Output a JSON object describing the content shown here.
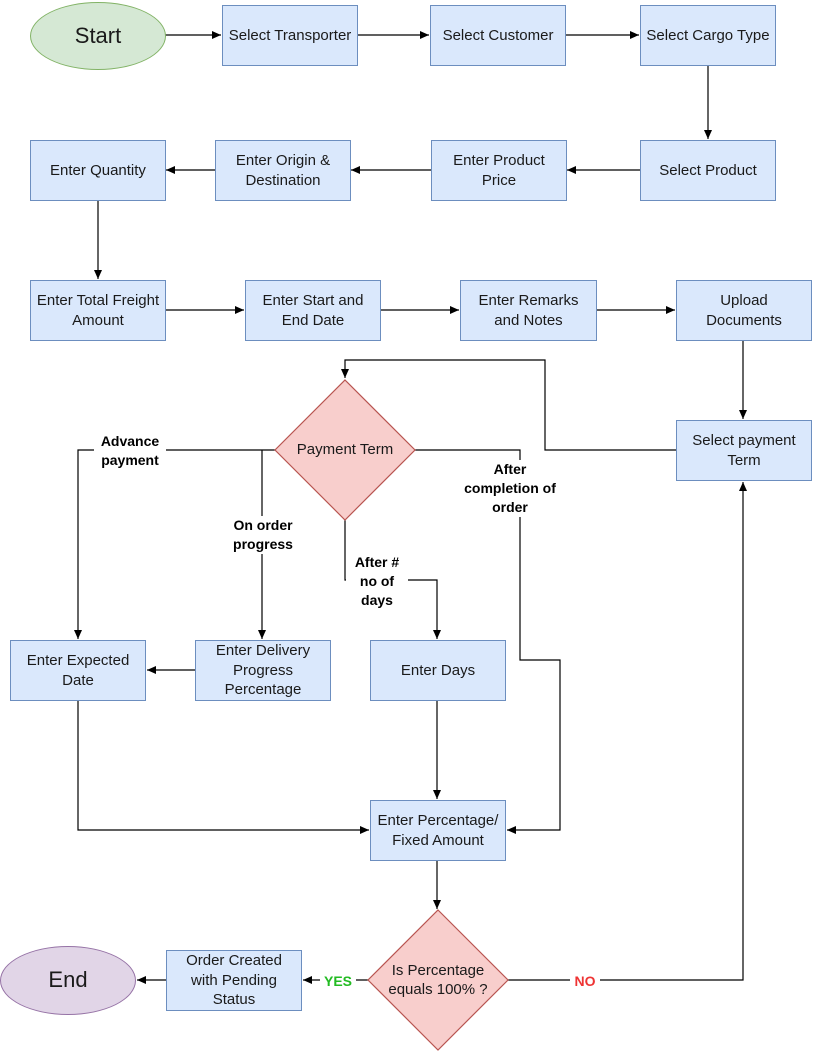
{
  "nodes": {
    "start": "Start",
    "select_transporter": "Select Transporter",
    "select_customer": "Select Customer",
    "select_cargo_type": "Select Cargo Type",
    "select_product": "Select Product",
    "enter_product_price": "Enter Product Price",
    "enter_origin_destination": "Enter Origin & Destination",
    "enter_quantity": "Enter Quantity",
    "enter_total_freight": "Enter Total Freight Amount",
    "enter_start_end_date": "Enter Start and End Date",
    "enter_remarks_notes": "Enter Remarks and Notes",
    "upload_documents": "Upload Documents",
    "select_payment_term": "Select payment Term",
    "payment_term": "Payment Term",
    "enter_expected_date": "Enter Expected Date",
    "enter_delivery_progress": "Enter Delivery Progress Percentage",
    "enter_days": "Enter Days",
    "enter_percentage": "Enter Percentage/ Fixed Amount",
    "is_percentage": "Is Percentage equals 100% ?",
    "order_created": "Order Created with Pending Status",
    "end": "End"
  },
  "edge_labels": {
    "advance_payment": "Advance payment",
    "on_order_progress": "On order progress",
    "after_days": "After # no of days",
    "after_completion": "After completion of order",
    "yes": "YES",
    "no": "NO"
  },
  "colors": {
    "process_fill": "#dae8fc",
    "process_border": "#6c8ebf",
    "start_fill": "#d5e8d4",
    "start_border": "#82b366",
    "end_fill": "#e1d5e7",
    "end_border": "#9673a6",
    "decision_fill": "#f8cecc",
    "decision_border": "#b85450",
    "yes": "#22bb22",
    "no": "#ee3333"
  }
}
